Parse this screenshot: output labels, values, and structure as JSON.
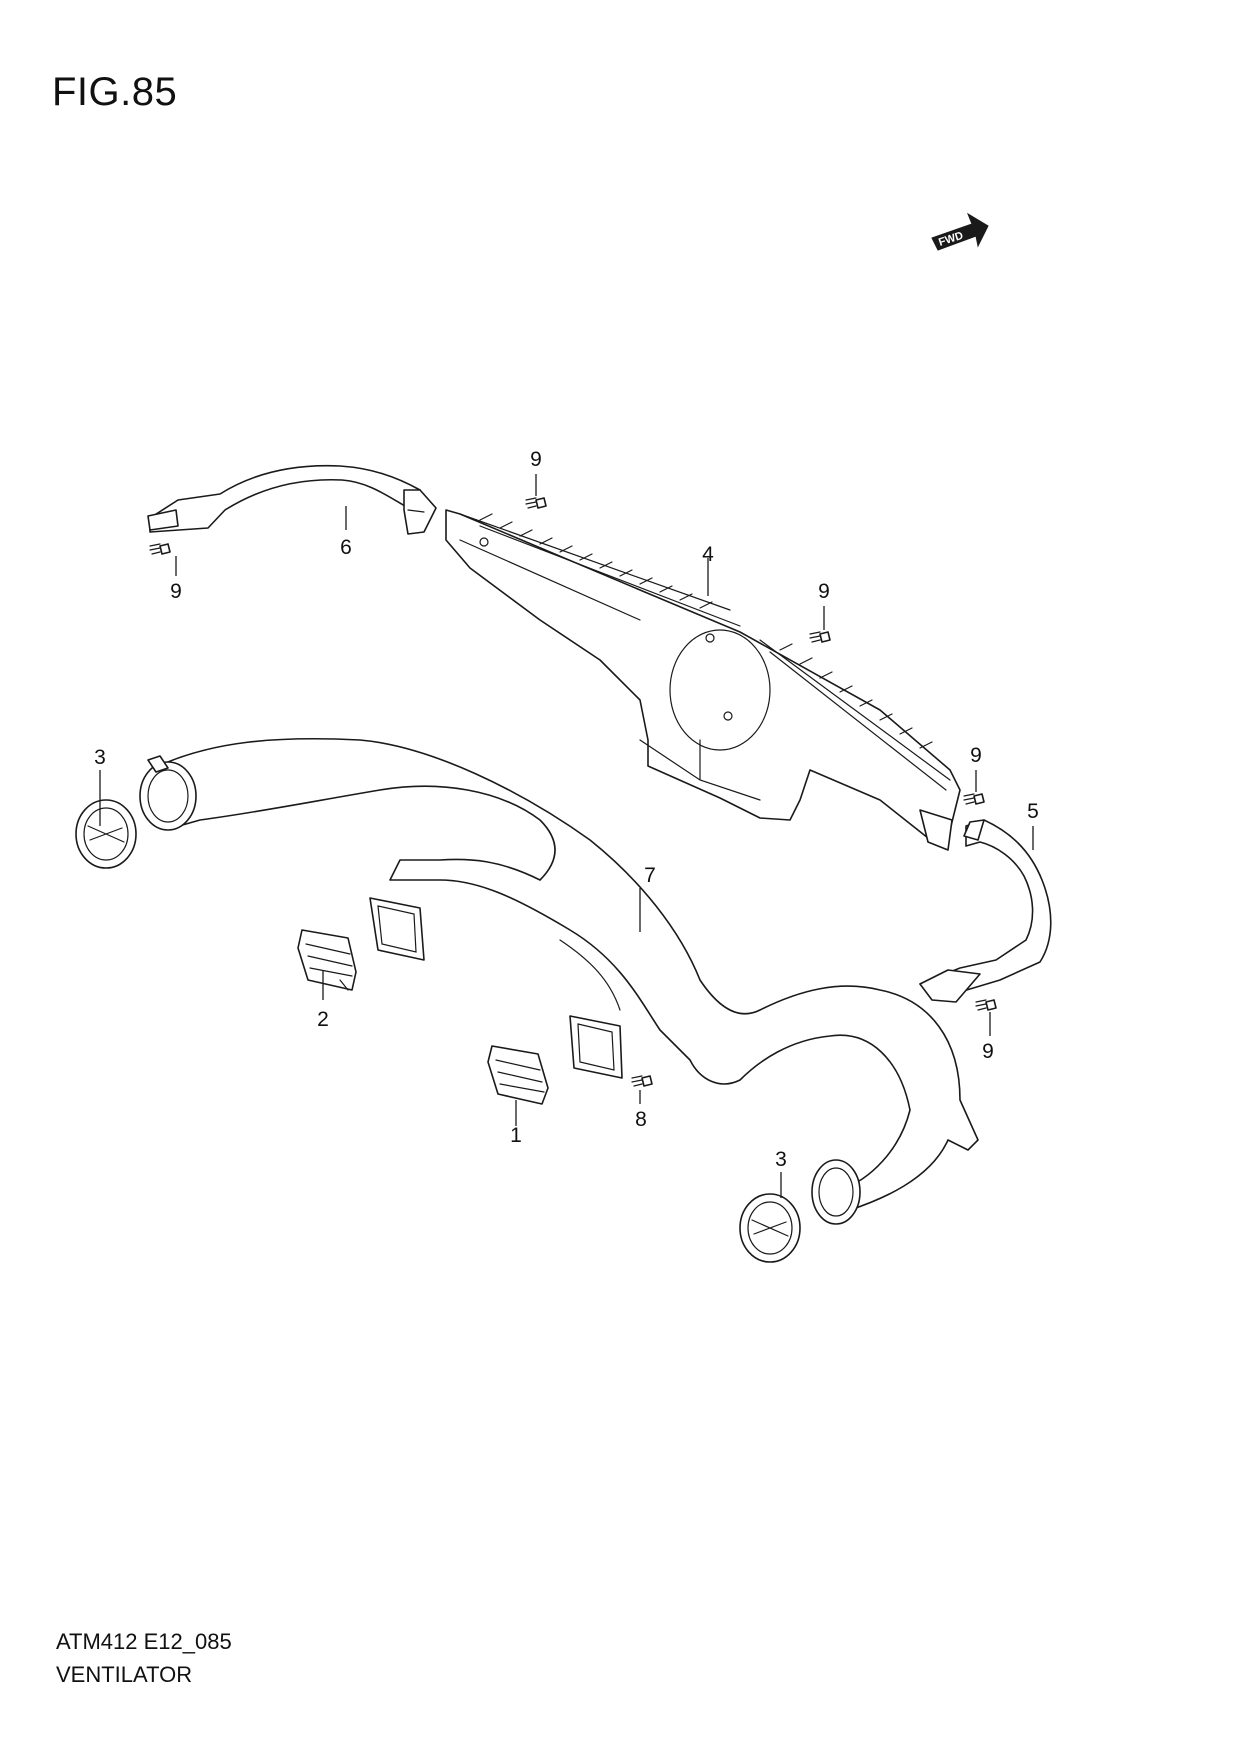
{
  "figure": {
    "title": "FIG.85"
  },
  "fwd_badge": {
    "label": "FWD",
    "icon": "forward-arrow-icon"
  },
  "footer": {
    "code": "ATM412 E12_085",
    "name": "VENTILATOR"
  },
  "callouts": {
    "c1": "1",
    "c2": "2",
    "c3a": "3",
    "c3b": "3",
    "c4": "4",
    "c5": "5",
    "c6": "6",
    "c7": "7",
    "c8": "8",
    "c9a": "9",
    "c9b": "9",
    "c9c": "9",
    "c9d": "9",
    "c9e": "9"
  }
}
